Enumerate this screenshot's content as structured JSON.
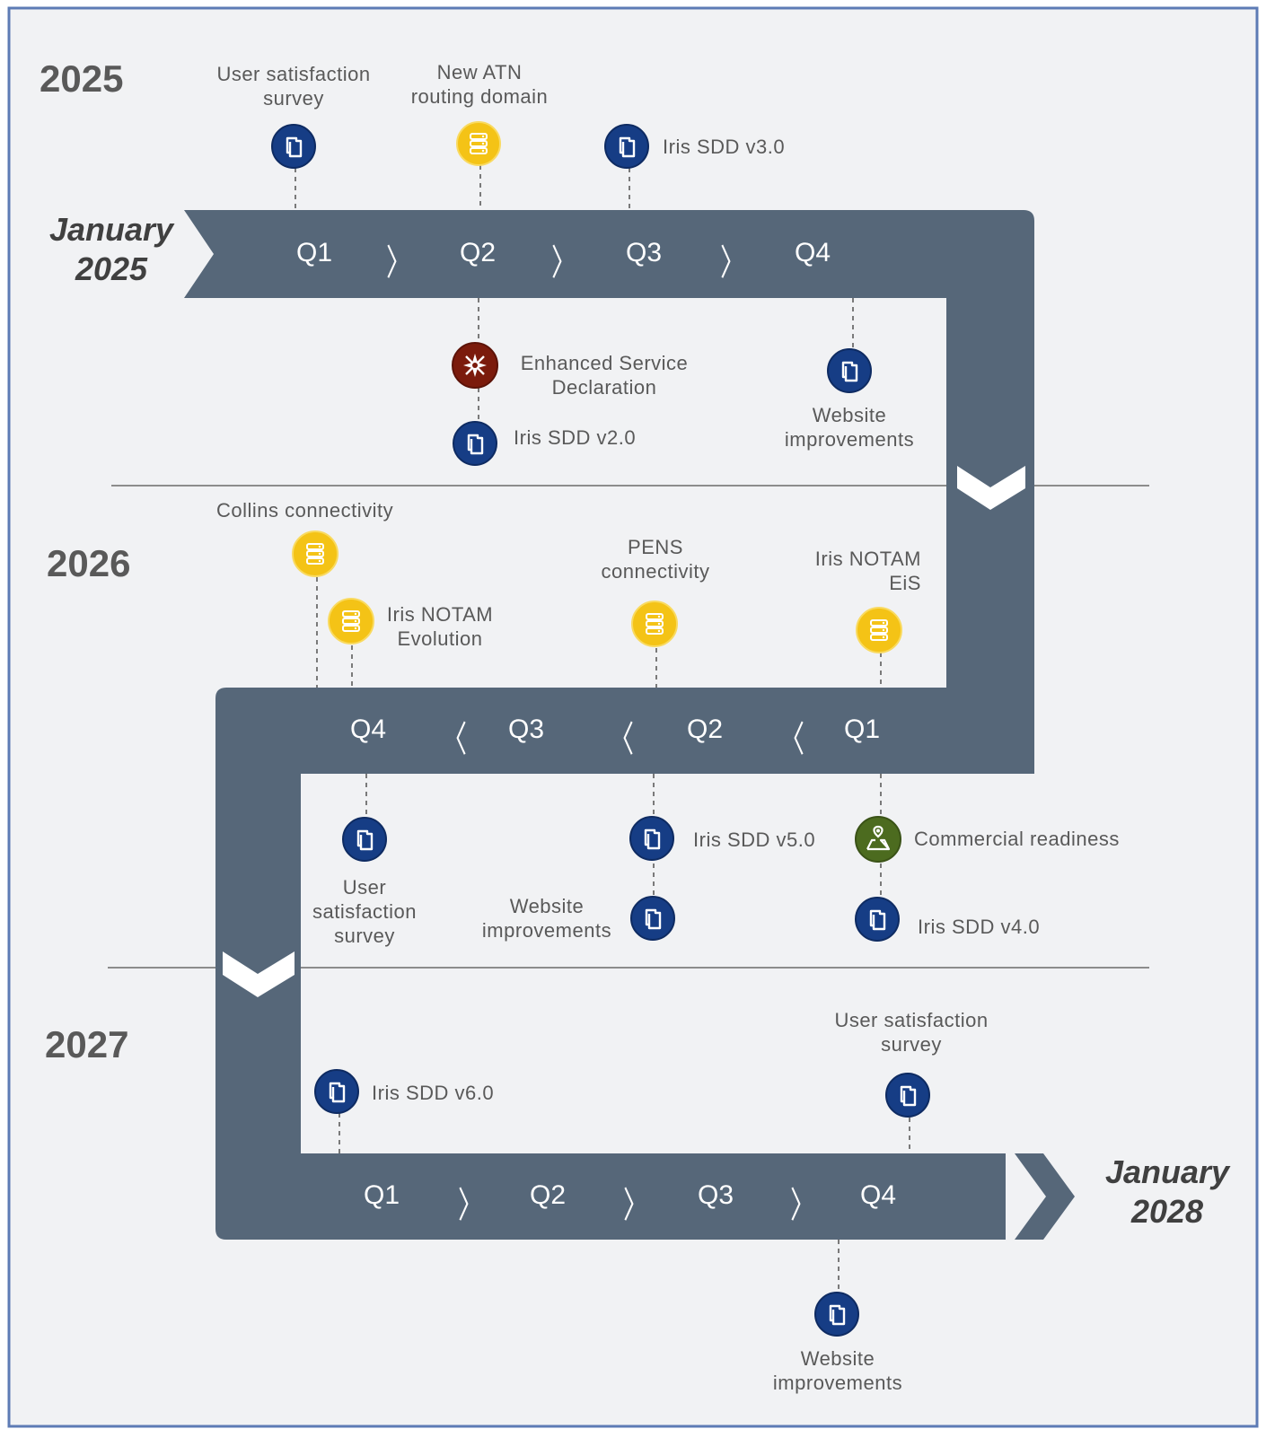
{
  "colors": {
    "band": "#566779",
    "frame": "#5d7bb5",
    "background": "#f1f2f4",
    "document_icon": "#163d85",
    "server_icon": "#f4c316",
    "service_icon": "#7b1b0c",
    "readiness_icon": "#4c6b1f"
  },
  "start": {
    "line1": "January",
    "line2": "2025"
  },
  "end": {
    "line1": "January",
    "line2": "2028"
  },
  "years": [
    "2025",
    "2026",
    "2027"
  ],
  "rows": [
    {
      "quarters": [
        "Q1",
        "Q2",
        "Q3",
        "Q4"
      ],
      "separator": "〉"
    },
    {
      "quarters": [
        "Q4",
        "Q3",
        "Q2",
        "Q1"
      ],
      "separator": "〈"
    },
    {
      "quarters": [
        "Q1",
        "Q2",
        "Q3",
        "Q4"
      ],
      "separator": "〉"
    }
  ],
  "milestones": [
    {
      "label": "User satisfaction survey",
      "label_lines": [
        "User satisfaction",
        "survey"
      ],
      "icon": "document-icon"
    },
    {
      "label": "New ATN routing domain",
      "label_lines": [
        "New ATN",
        "routing domain"
      ],
      "icon": "server-icon"
    },
    {
      "label": "Iris SDD v3.0",
      "label_lines": [
        "Iris SDD v3.0"
      ],
      "icon": "document-icon"
    },
    {
      "label": "Enhanced Service Declaration",
      "label_lines": [
        "Enhanced Service",
        "Declaration"
      ],
      "icon": "compass-icon"
    },
    {
      "label": "Iris SDD v2.0",
      "label_lines": [
        "Iris SDD v2.0"
      ],
      "icon": "document-icon"
    },
    {
      "label": "Website improvements",
      "label_lines": [
        "Website",
        "improvements"
      ],
      "icon": "document-icon"
    },
    {
      "label": "Collins connectivity",
      "label_lines": [
        "Collins connectivity"
      ],
      "icon": "server-icon"
    },
    {
      "label": "Iris NOTAM Evolution",
      "label_lines": [
        "Iris NOTAM",
        "Evolution"
      ],
      "icon": "server-icon"
    },
    {
      "label": "PENS connectivity",
      "label_lines": [
        "PENS",
        "connectivity"
      ],
      "icon": "server-icon"
    },
    {
      "label": "Iris NOTAM EiS",
      "label_lines": [
        "Iris NOTAM",
        "EiS"
      ],
      "icon": "server-icon"
    },
    {
      "label": "User satisfaction survey",
      "label_lines": [
        "User",
        "satisfaction",
        "survey"
      ],
      "icon": "document-icon"
    },
    {
      "label": "Iris SDD v5.0",
      "label_lines": [
        "Iris SDD v5.0"
      ],
      "icon": "document-icon"
    },
    {
      "label": "Website improvements",
      "label_lines": [
        "Website",
        "improvements"
      ],
      "icon": "document-icon"
    },
    {
      "label": "Commercial readiness",
      "label_lines": [
        "Commercial readiness"
      ],
      "icon": "location-icon"
    },
    {
      "label": "Iris SDD v4.0",
      "label_lines": [
        "Iris SDD v4.0"
      ],
      "icon": "document-icon"
    },
    {
      "label": "Iris SDD v6.0",
      "label_lines": [
        "Iris SDD v6.0"
      ],
      "icon": "document-icon"
    },
    {
      "label": "User satisfaction survey",
      "label_lines": [
        "User satisfaction",
        "survey"
      ],
      "icon": "document-icon"
    },
    {
      "label": "Website improvements",
      "label_lines": [
        "Website",
        "improvements"
      ],
      "icon": "document-icon"
    }
  ]
}
